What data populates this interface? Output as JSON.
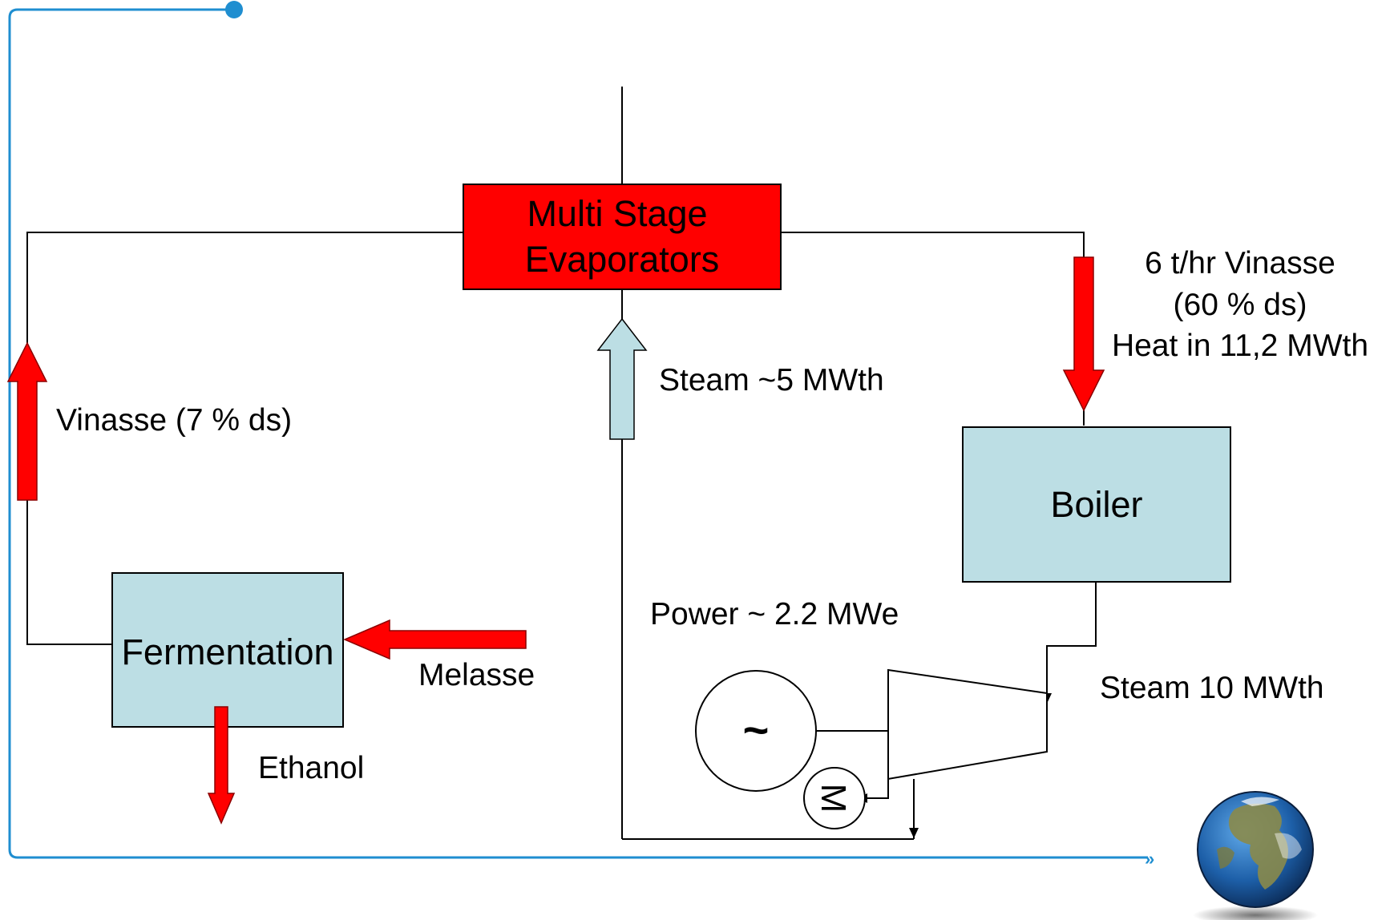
{
  "nodes": {
    "evaporators": {
      "line1": "Multi Stage",
      "line2": "Evaporators"
    },
    "boiler": {
      "label": "Boiler"
    },
    "fermentation": {
      "label": "Fermentation"
    },
    "generator": {
      "symbol": "~"
    },
    "motor": {
      "symbol": "M"
    }
  },
  "flows": {
    "vinasse_dilute": "Vinasse (7 % ds)",
    "vinasse_conc_1": "6 t/hr Vinasse",
    "vinasse_conc_2": "(60 % ds)",
    "vinasse_conc_3": "Heat in 11,2 MWth",
    "steam_evap": "Steam ~5 MWth",
    "steam_boiler": "Steam 10 MWth",
    "power": "Power ~ 2.2 MWe",
    "melasse": "Melasse",
    "ethanol": "Ethanol"
  },
  "colors": {
    "hot_box": "#ff0000",
    "cool_box": "#bcdee4",
    "hot_arrow": "#ff0000",
    "steam_arrow": "#bcdee4",
    "frame_line": "#1f8ed0",
    "pipe_line": "#000000"
  },
  "icons": [
    "globe-earth-icon",
    "chevron-right-double-icon",
    "frame-dot-icon"
  ]
}
